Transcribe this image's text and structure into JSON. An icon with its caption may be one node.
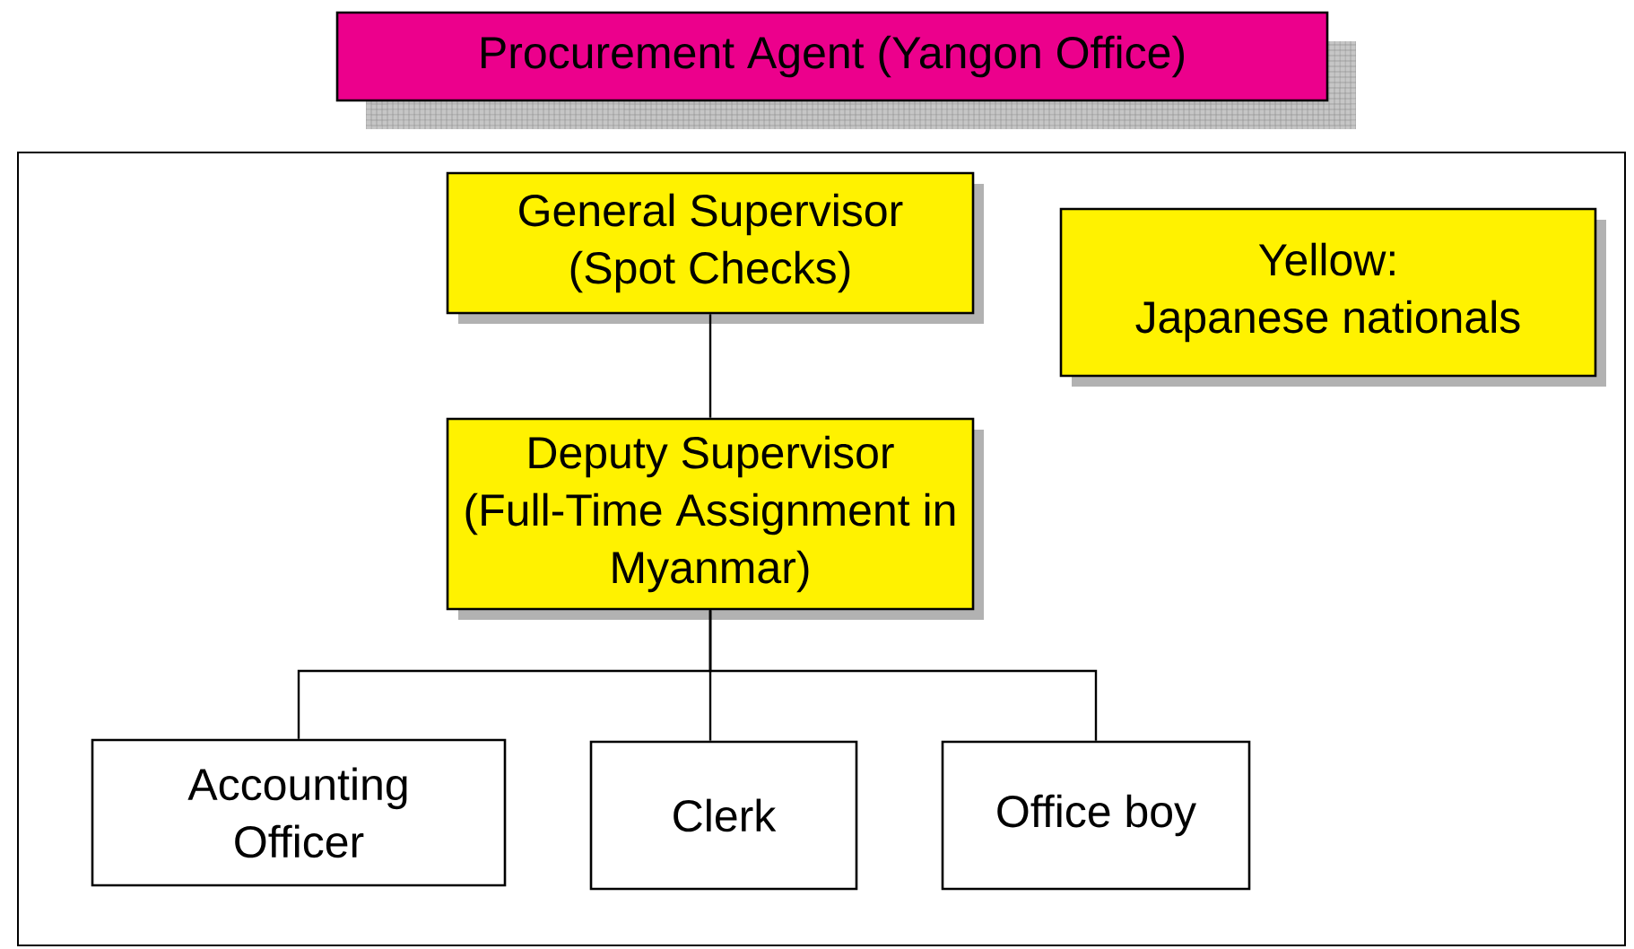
{
  "diagram": {
    "nodes": [
      {
        "text": [
          "Procurement Agent (Yangon Office)"
        ]
      },
      {
        "text": [],
        "shape": "box"
      },
      {
        "text": [
          "General Supervisor (Spot Checks)"
        ],
        "in": 1
      },
      {
        "text": [
          "Yellow:",
          "Japanese nationals"
        ],
        "in": 1
      },
      {
        "text": [
          "Deputy Supervisor (Full-Time Assignment in Myanmar)"
        ],
        "in": 1
      },
      {
        "text": [
          "Accounting Officer"
        ],
        "in": 1
      },
      {
        "text": [
          "Clerk"
        ],
        "in": 1
      },
      {
        "text": [
          "Office boy"
        ],
        "in": 1
      }
    ],
    "edges": [
      {
        "from": 2,
        "to": 4,
        "arrow": "none"
      },
      {
        "from": 4,
        "to": 5,
        "arrow": "none"
      },
      {
        "from": 4,
        "to": 6,
        "arrow": "none"
      },
      {
        "from": 4,
        "to": 7,
        "arrow": "none"
      }
    ]
  }
}
